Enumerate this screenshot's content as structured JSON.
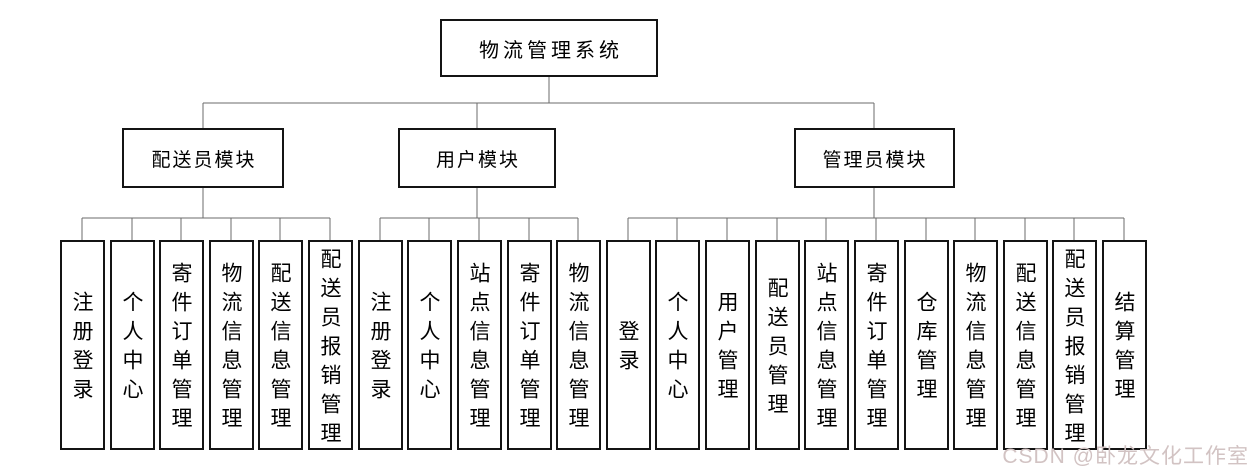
{
  "diagram": {
    "title": "物流管理系统",
    "root": {
      "label": "物流管理系统"
    },
    "modules": [
      {
        "label": "配送员模块",
        "children": [
          "注册登录",
          "个人中心",
          "寄件订单管理",
          "物流信息管理",
          "配送信息管理",
          "配送员报销管理"
        ]
      },
      {
        "label": "用户模块",
        "children": [
          "注册登录",
          "个人中心",
          "站点信息管理",
          "寄件订单管理",
          "物流信息管理"
        ]
      },
      {
        "label": "管理员模块",
        "children": [
          "登录",
          "个人中心",
          "用户管理",
          "配送员管理",
          "站点信息管理",
          "寄件订单管理",
          "仓库管理",
          "物流信息管理",
          "配送信息管理",
          "配送员报销管理",
          "结算管理"
        ]
      }
    ]
  },
  "watermark": {
    "text": "CSDN @卧龙文化工作室"
  },
  "colors": {
    "background": "#ffffff",
    "box_border": "#141414",
    "box_fill": "#ffffff",
    "connector_line": "#6b6b6b",
    "text": "#000000",
    "watermark_text": "#d2c3c3"
  }
}
